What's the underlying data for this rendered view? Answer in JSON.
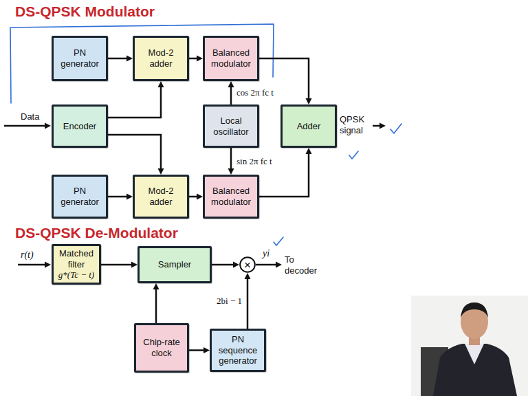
{
  "diagram": {
    "title": "DS-QPSK Modulator",
    "nodes": [
      {
        "text": [
          "PN generator"
        ]
      },
      {
        "text": [
          "Mod-2 adder"
        ]
      },
      {
        "text": [
          "Balanced modulator"
        ]
      },
      {
        "text": [
          "Encoder"
        ]
      },
      {
        "text": [
          "Local oscillator"
        ]
      },
      {
        "text": [
          "Adder"
        ]
      },
      {
        "text": [
          "PN generator"
        ]
      },
      {
        "text": [
          "Mod-2 adder"
        ]
      },
      {
        "text": [
          "Balanced modulator"
        ]
      },
      {
        "text": [
          "Matched filter",
          "g*(Tc − t)"
        ]
      },
      {
        "text": [
          "Sampler"
        ]
      },
      {
        "text": [
          "×"
        ]
      },
      {
        "text": [
          "Chip-rate clock"
        ]
      },
      {
        "text": [
          "PN sequence generator"
        ]
      }
    ],
    "edges": [
      {
        "from": 0,
        "to": 1,
        "arrow": "to"
      },
      {
        "from": 3,
        "to": 1,
        "arrow": "to"
      },
      {
        "from": 1,
        "to": 2,
        "arrow": "to"
      },
      {
        "from": 4,
        "to": 2,
        "arrow": "to",
        "label": "cos 2π fc t"
      },
      {
        "from": 2,
        "to": 5,
        "arrow": "to"
      },
      {
        "from": 3,
        "to": 7,
        "arrow": "to"
      },
      {
        "from": 6,
        "to": 7,
        "arrow": "to"
      },
      {
        "from": 7,
        "to": 8,
        "arrow": "to"
      },
      {
        "from": 4,
        "to": 8,
        "arrow": "to",
        "label": "sin 2π fc t"
      },
      {
        "from": 8,
        "to": 5,
        "arrow": "to"
      },
      {
        "from": 9,
        "to": 10,
        "arrow": "to"
      },
      {
        "from": 10,
        "to": 11,
        "arrow": "to"
      },
      {
        "from": 12,
        "to": 10,
        "arrow": "to"
      },
      {
        "from": 12,
        "to": 13,
        "arrow": "to"
      },
      {
        "from": 13,
        "to": 11,
        "arrow": "to",
        "label": "2bi − 1"
      }
    ],
    "labels": [
      "Data",
      "QPSK signal",
      "DS-QPSK De-Modulator",
      "r(t)",
      "yi",
      "To decoder"
    ]
  }
}
